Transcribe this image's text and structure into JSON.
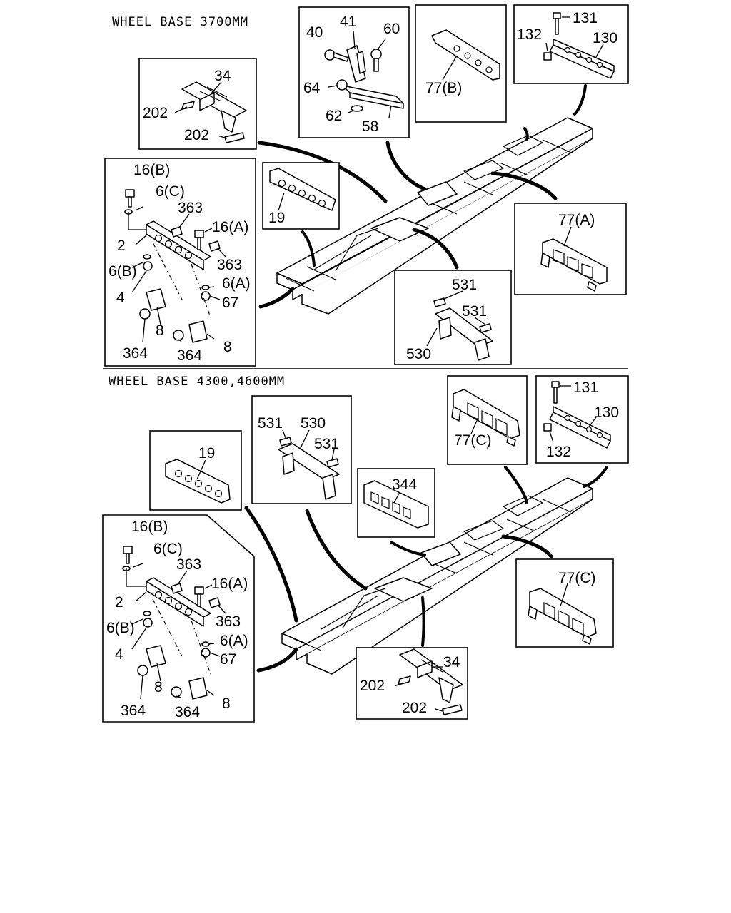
{
  "sections": [
    {
      "heading": "WHEEL BASE 3700MM",
      "callouts": {
        "a": {
          "n34": "34",
          "n202a": "202",
          "n202b": "202"
        },
        "b": {
          "n41": "41",
          "n40": "40",
          "n60": "60",
          "n64": "64",
          "n62": "62",
          "n58": "58"
        },
        "c": {
          "n77b": "77(B)"
        },
        "d": {
          "n131": "131",
          "n132": "132",
          "n130": "130"
        },
        "e": {
          "n16b": "16(B)",
          "n6c": "6(C)",
          "n363a": "363",
          "n16a": "16(A)",
          "n2": "2",
          "n363b": "363",
          "n6b": "6(B)",
          "n6a": "6(A)",
          "n4": "4",
          "n67": "67",
          "n8a": "8",
          "n364a": "364",
          "n364b": "364",
          "n8b": "8"
        },
        "f": {
          "n19": "19"
        },
        "g": {
          "n77a": "77(A)"
        },
        "h": {
          "n531a": "531",
          "n531b": "531",
          "n530": "530"
        }
      }
    },
    {
      "heading": "WHEEL BASE 4300,4600MM",
      "callouts": {
        "a": {
          "n19": "19"
        },
        "b": {
          "n531a": "531",
          "n530": "530",
          "n531b": "531"
        },
        "c": {
          "n344": "344"
        },
        "d": {
          "n77c": "77(C)"
        },
        "e": {
          "n131": "131",
          "n130": "130",
          "n132": "132"
        },
        "f": {
          "n16b": "16(B)",
          "n6c": "6(C)",
          "n363a": "363",
          "n16a": "16(A)",
          "n2": "2",
          "n363b": "363",
          "n6b": "6(B)",
          "n6a": "6(A)",
          "n4": "4",
          "n67": "67",
          "n8a": "8",
          "n364a": "364",
          "n364b": "364",
          "n8b": "8"
        },
        "g": {
          "n77c": "77(C)"
        },
        "h": {
          "n34": "34",
          "n202a": "202",
          "n202b": "202"
        }
      }
    }
  ]
}
